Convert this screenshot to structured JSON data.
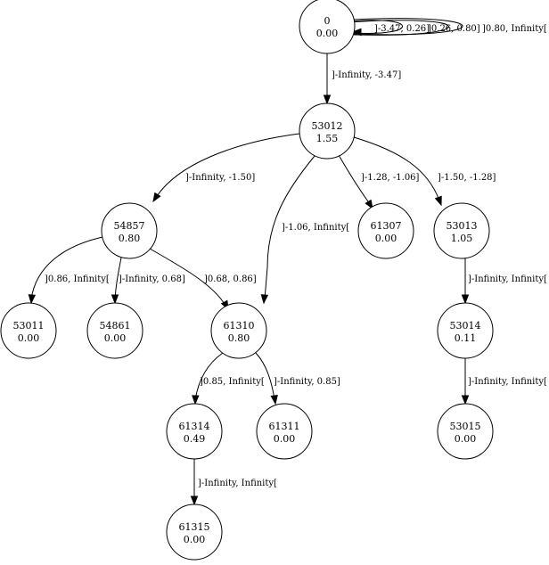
{
  "nodes": [
    {
      "id": "0",
      "value": "0.00"
    },
    {
      "id": "53012",
      "value": "1.55"
    },
    {
      "id": "54857",
      "value": "0.80"
    },
    {
      "id": "61307",
      "value": "0.00"
    },
    {
      "id": "53013",
      "value": "1.05"
    },
    {
      "id": "53011",
      "value": "0.00"
    },
    {
      "id": "54861",
      "value": "0.00"
    },
    {
      "id": "61310",
      "value": "0.80"
    },
    {
      "id": "53014",
      "value": "0.11"
    },
    {
      "id": "61314",
      "value": "0.49"
    },
    {
      "id": "61311",
      "value": "0.00"
    },
    {
      "id": "53015",
      "value": "0.00"
    },
    {
      "id": "61315",
      "value": "0.00"
    }
  ],
  "edges": [
    {
      "from": "0",
      "to": "0",
      "label": "]-3.47, 0.26]"
    },
    {
      "from": "0",
      "to": "0",
      "label": "]0.26, 0.80]"
    },
    {
      "from": "0",
      "to": "0",
      "label": "]0.80, Infinity["
    },
    {
      "from": "0",
      "to": "53012",
      "label": "]-Infinity, -3.47]"
    },
    {
      "from": "53012",
      "to": "54857",
      "label": "]-Infinity, -1.50]"
    },
    {
      "from": "53012",
      "to": "61310",
      "label": "]-1.06, Infinity["
    },
    {
      "from": "53012",
      "to": "61307",
      "label": "]-1.28, -1.06]"
    },
    {
      "from": "53012",
      "to": "53013",
      "label": "]-1.50, -1.28]"
    },
    {
      "from": "54857",
      "to": "53011",
      "label": "]0.86, Infinity["
    },
    {
      "from": "54857",
      "to": "54861",
      "label": "]-Infinity, 0.68]"
    },
    {
      "from": "54857",
      "to": "61310",
      "label": "]0.68, 0.86]"
    },
    {
      "from": "53013",
      "to": "53014",
      "label": "]-Infinity, Infinity["
    },
    {
      "from": "61310",
      "to": "61314",
      "label": "]0.85, Infinity["
    },
    {
      "from": "61310",
      "to": "61311",
      "label": "]-Infinity, 0.85]"
    },
    {
      "from": "53014",
      "to": "53015",
      "label": "]-Infinity, Infinity["
    },
    {
      "from": "61314",
      "to": "61315",
      "label": "]-Infinity, Infinity["
    }
  ]
}
